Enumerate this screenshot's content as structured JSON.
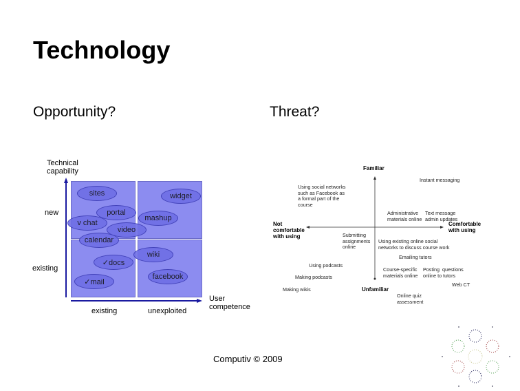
{
  "title": "Technology",
  "opportunity": "Opportunity?",
  "threat": "Threat?",
  "footer": "Computiv © 2009",
  "left_diagram": {
    "y_axis": "Technical\ncapability",
    "x_axis": "User\ncompetence",
    "y_ticks": [
      "new",
      "existing"
    ],
    "x_ticks": [
      "existing",
      "unexploited"
    ],
    "items": [
      "sites",
      "widget",
      "portal",
      "v chat",
      "video",
      "mashup",
      "calendar",
      "wiki",
      "✓docs",
      "facebook",
      "✓mail"
    ]
  },
  "right_diagram": {
    "top": "Familiar",
    "bottom": "Unfamiliar",
    "left": "Not\ncomfortable\nwith using",
    "right": "Comfortable\nwith using",
    "items": [
      "Instant messaging",
      "Using social networks\nsuch as Facebook as\na formal part of the\ncourse",
      "Administrative\nmaterials online",
      "Text message\nadmin updates",
      "Submitting\nassignments\nonline",
      "Using existing online social\nnetworks to discuss course work",
      "Emailing tutors",
      "Using podcasts",
      "Course-specific\nmaterials online",
      "Posting  questions\nonline to tutors",
      "Making podcasts",
      "Web CT",
      "Making wikis",
      "Online quiz\nassessment"
    ]
  },
  "colors": {
    "quadrant": "#8c8cf0",
    "axis": "#1a1aa0"
  }
}
